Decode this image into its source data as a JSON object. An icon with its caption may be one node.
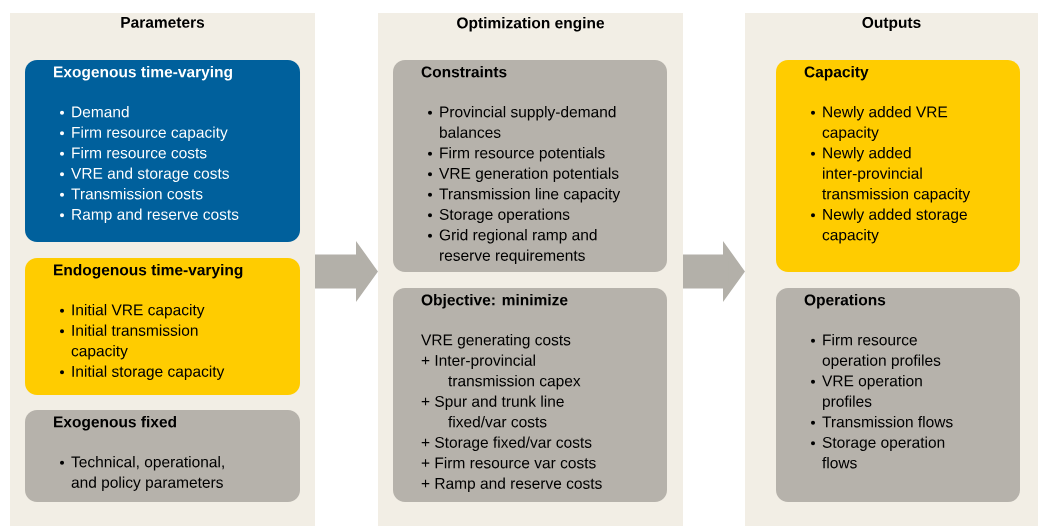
{
  "diagram": {
    "nodes": [
      {
        "text": [
          "Parameters"
        ]
      },
      {
        "text": [
          "Exogenous time-varying",
          "Demand",
          "Firm resource capacity",
          "Firm resource costs",
          "VRE and storage costs",
          "Transmission costs",
          "Ramp and reserve costs"
        ],
        "in": 0
      },
      {
        "text": [
          "Endogenous time-varying",
          "Initial VRE capacity",
          "Initial transmission capacity",
          "Initial storage capacity"
        ],
        "in": 0
      },
      {
        "text": [
          "Exogenous fixed",
          "Technical, operational, and policy parameters"
        ],
        "in": 0
      },
      {
        "text": [
          "Optimization engine"
        ]
      },
      {
        "text": [
          "Constraints",
          "Provincial supply-demand balances",
          "Firm resource potentials",
          "VRE generation potentials",
          "Transmission line capacity",
          "Storage operations",
          "Grid regional ramp and reserve requirements"
        ],
        "in": 4
      },
      {
        "text": [
          "Objective: minimize",
          "VRE generating costs",
          "+ Inter-provincial transmission capex",
          "+ Spur and trunk line fixed/var costs",
          "+ Storage fixed/var costs",
          "+ Firm resource var costs",
          "+ Ramp and reserve costs"
        ],
        "in": 4
      },
      {
        "text": [
          "Outputs"
        ]
      },
      {
        "text": [
          "Capacity",
          "Newly added VRE capacity",
          "Newly added inter-provincial transmission capacity",
          "Newly added storage capacity"
        ],
        "in": 7
      },
      {
        "text": [
          "Operations",
          "Firm resource operation profiles",
          "VRE operation profiles",
          "Transmission flows",
          "Storage operation flows"
        ],
        "in": 7
      }
    ],
    "edges": [
      {
        "from": 0,
        "to": 4,
        "arrow": "to"
      },
      {
        "from": 4,
        "to": 7,
        "arrow": "to"
      }
    ]
  }
}
